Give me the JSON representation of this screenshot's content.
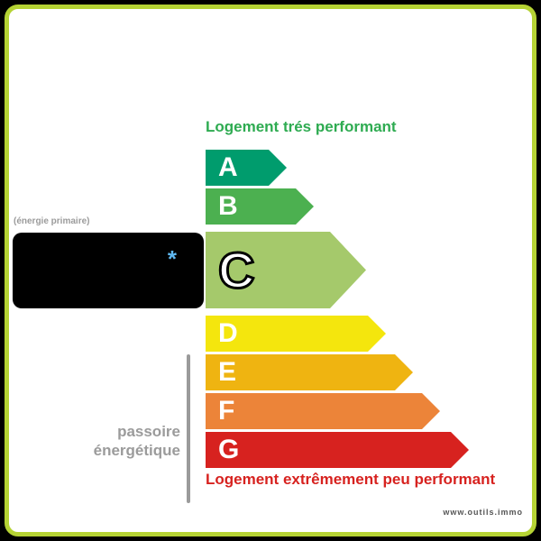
{
  "colors": {
    "frame_border": "#b5d334",
    "top_label": "#2eab51",
    "bottom_label": "#d7221f",
    "muted_text": "#9b9b9b",
    "asterisk": "#5fb8f0",
    "box_bg": "#000000",
    "website_text": "#555555"
  },
  "labels": {
    "top": "Logement trés performant",
    "bottom": "Logement extrêmement peu performant",
    "primary_energy": "(énergie primaire)",
    "passoire_line1": "passoire",
    "passoire_line2": "énergétique",
    "required_asterisk": "*",
    "website": "www.outils.immo"
  },
  "energy_classes": [
    {
      "letter": "A",
      "color": "#009c6d",
      "highlighted": false
    },
    {
      "letter": "B",
      "color": "#4cb050",
      "highlighted": false
    },
    {
      "letter": "C",
      "color": "#a5c96b",
      "highlighted": true
    },
    {
      "letter": "D",
      "color": "#f4e60d",
      "highlighted": false
    },
    {
      "letter": "E",
      "color": "#efb411",
      "highlighted": false
    },
    {
      "letter": "F",
      "color": "#ec8439",
      "highlighted": false
    },
    {
      "letter": "G",
      "color": "#d7221f",
      "highlighted": false
    }
  ]
}
